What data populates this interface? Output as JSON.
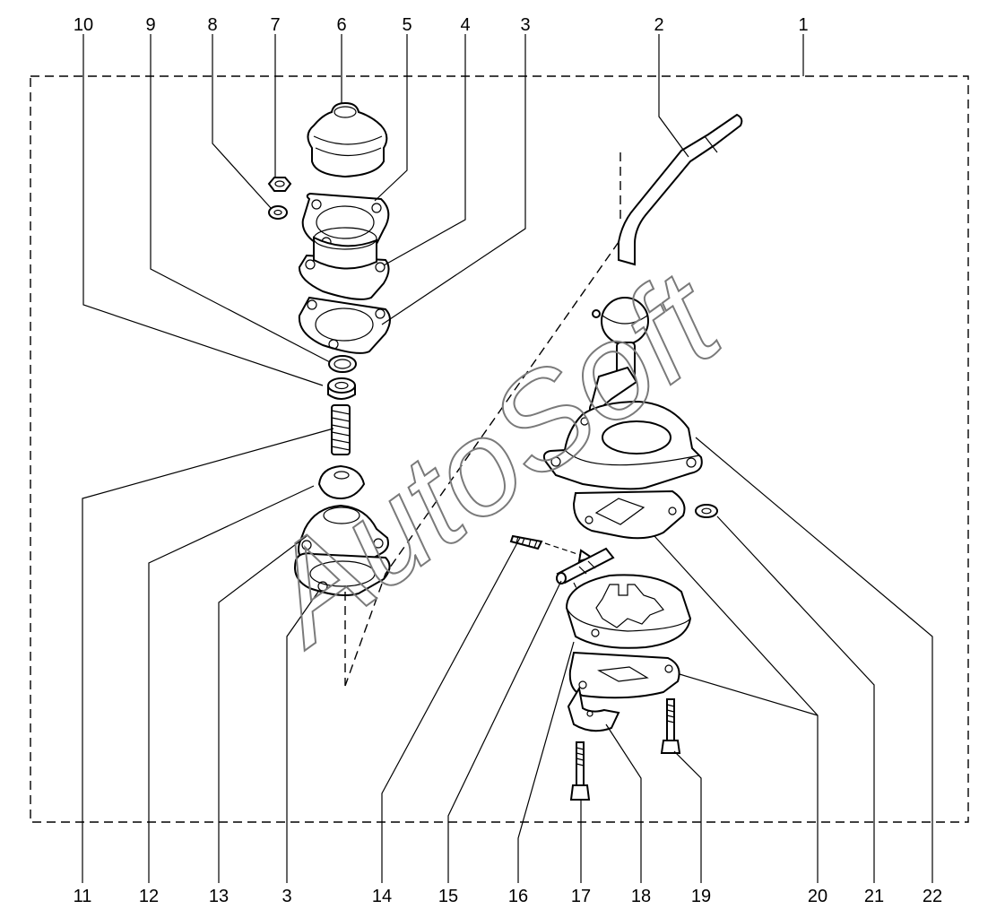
{
  "labels": {
    "top": [
      "10",
      "9",
      "8",
      "7",
      "6",
      "5",
      "4",
      "3",
      "2",
      "1"
    ],
    "bottom": [
      "11",
      "12",
      "13",
      "3",
      "14",
      "15",
      "16",
      "17",
      "18",
      "19",
      "20",
      "21",
      "22"
    ]
  },
  "watermark": "AutoSoft",
  "corner_mark": "",
  "colors": {
    "line": "#000000",
    "watermark": "#7a7a7a",
    "background": "#ffffff"
  }
}
